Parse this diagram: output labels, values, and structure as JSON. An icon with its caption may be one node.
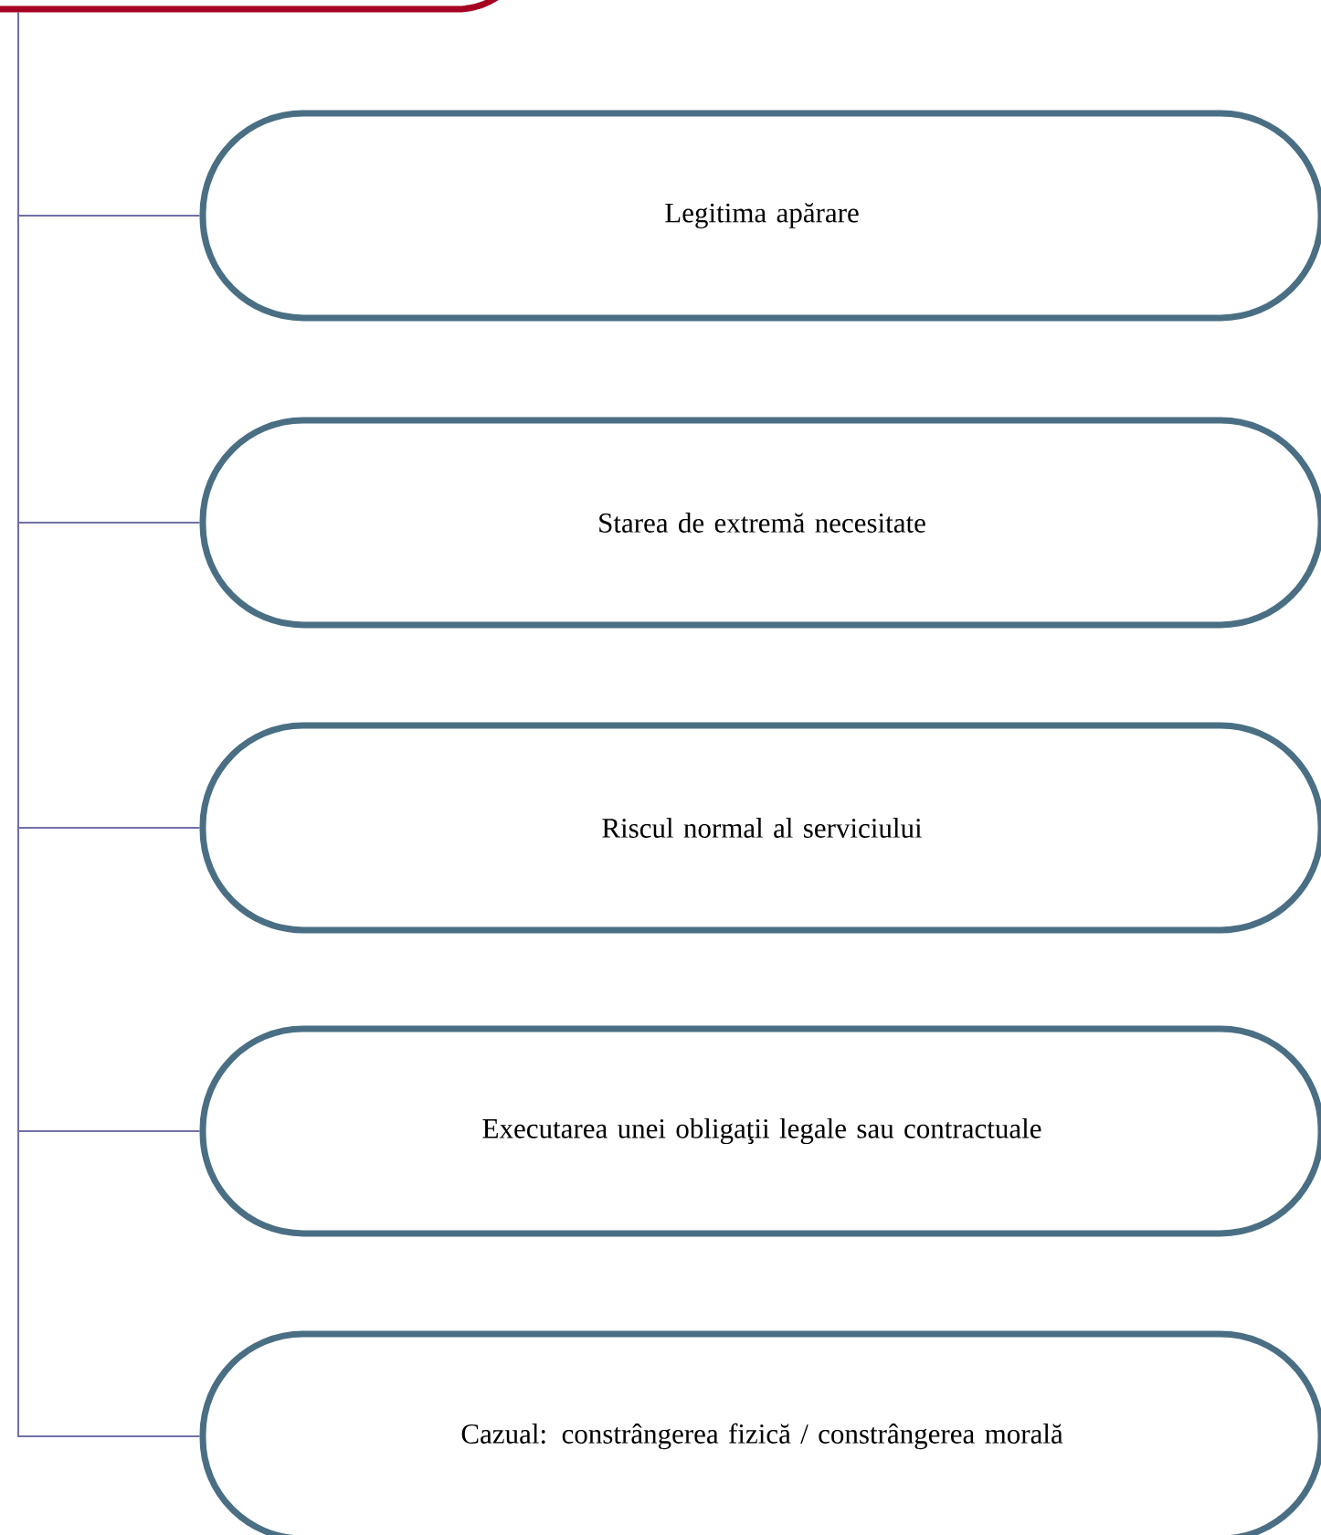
{
  "diagram": {
    "nodes": [
      {
        "text": [],
        "shape": "box"
      },
      {
        "text": [
          "Legitima apărare"
        ]
      },
      {
        "text": [
          "Starea de extremă necesitate"
        ]
      },
      {
        "text": [
          "Riscul normal al serviciului"
        ]
      },
      {
        "text": [
          "Executarea unei obligaţii legale sau contractuale"
        ]
      },
      {
        "text": [
          "Cazual: constrângerea fizică / constrângerea morală"
        ]
      }
    ],
    "edges": [
      {
        "from": 0,
        "to": 1,
        "arrow": "none"
      },
      {
        "from": 0,
        "to": 2,
        "arrow": "none"
      },
      {
        "from": 0,
        "to": 3,
        "arrow": "none"
      },
      {
        "from": 0,
        "to": 4,
        "arrow": "none"
      },
      {
        "from": 0,
        "to": 5,
        "arrow": "none"
      }
    ]
  }
}
